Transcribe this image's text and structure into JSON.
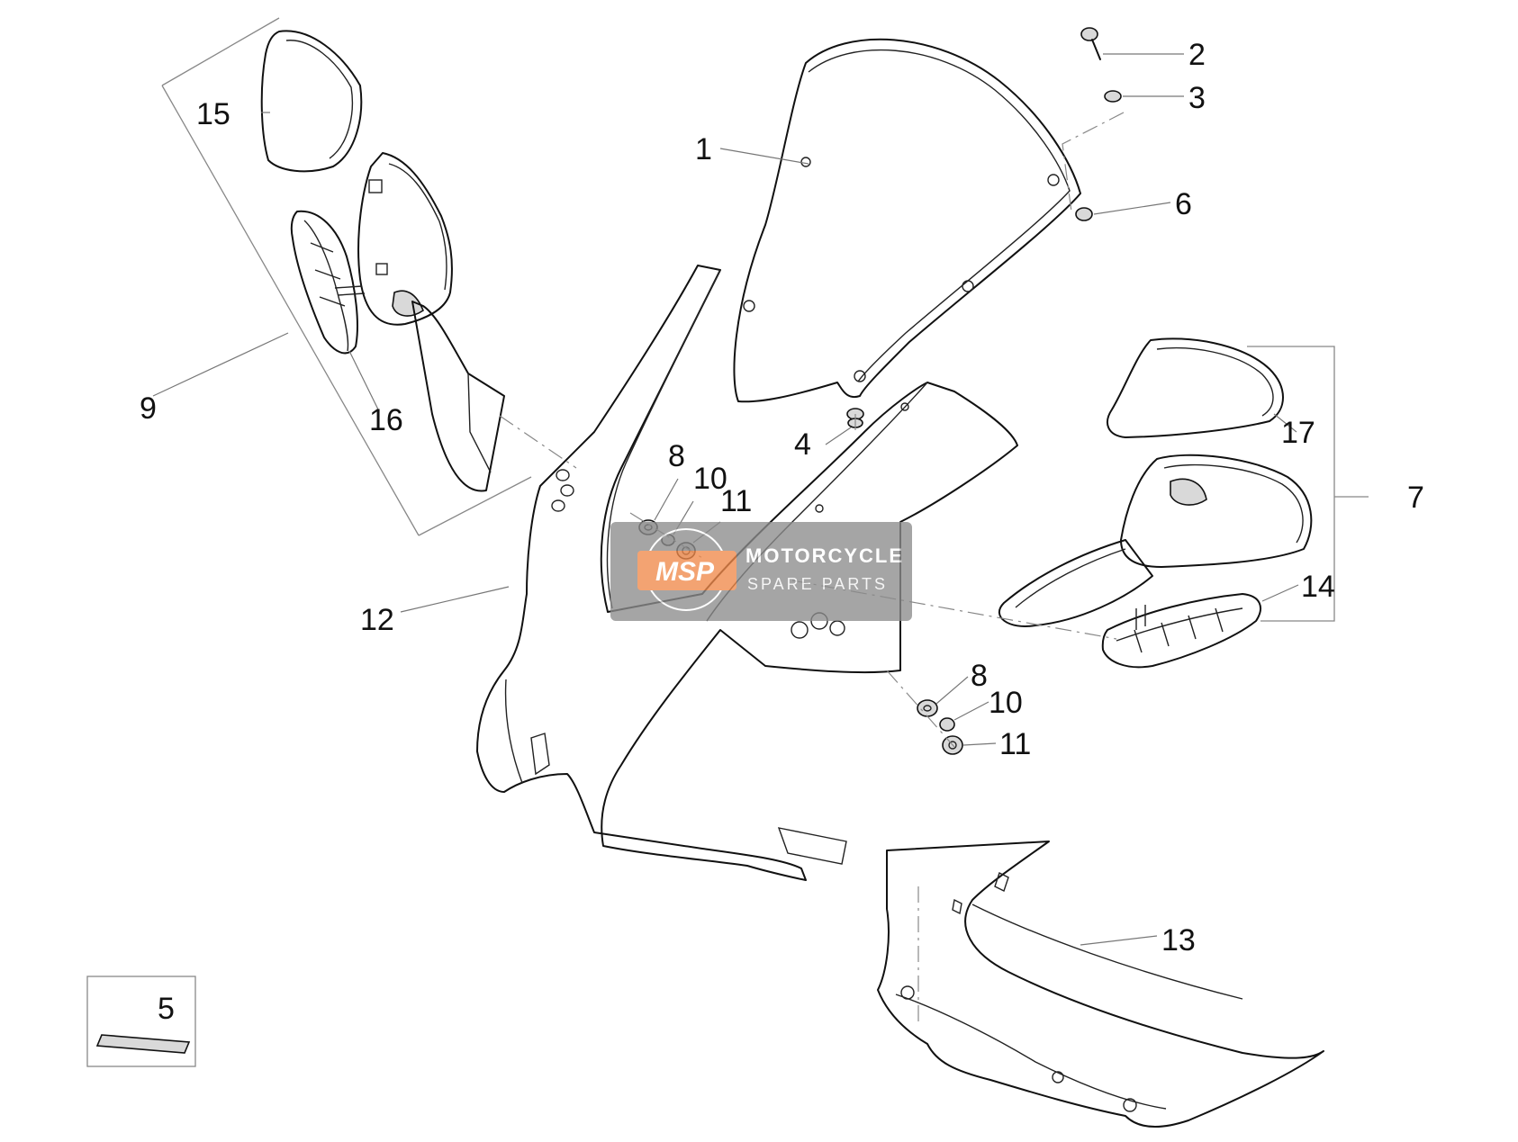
{
  "callouts": {
    "c1": "1",
    "c2": "2",
    "c3": "3",
    "c4": "4",
    "c5": "5",
    "c6": "6",
    "c7": "7",
    "c8a": "8",
    "c8b": "8",
    "c9": "9",
    "c10a": "10",
    "c10b": "10",
    "c11a": "11",
    "c11b": "11",
    "c12": "12",
    "c13": "13",
    "c14": "14",
    "c15": "15",
    "c16": "16",
    "c17": "17"
  },
  "watermark": {
    "logo_text": "MSP",
    "title": "MOTORCYCLE",
    "subtitle": "SPARE PARTS",
    "accent_color": "#f08a4b",
    "panel_color": "#8c8c8c"
  }
}
